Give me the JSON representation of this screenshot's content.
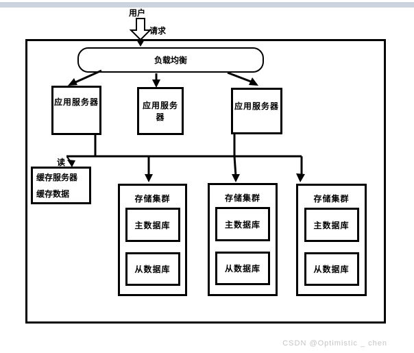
{
  "watermark": {
    "text": "CSDN @Optimistic _ chen",
    "color": "#c5c5c5"
  },
  "top_strip_color": "#cdd3de",
  "diagram": {
    "user_label": "用户",
    "request_label": "请求",
    "read_label": "读",
    "load_balancer_label": "负载均衡",
    "app_servers": [
      {
        "label": "应用服务器"
      },
      {
        "label": "应用服务器"
      },
      {
        "label": "应用服务器"
      }
    ],
    "cache_server": {
      "line1": "缓存服务器",
      "line2": "缓存数据"
    },
    "storage_clusters": [
      {
        "label": "存储集群",
        "master_db": "主数据库",
        "slave_db": "从数据库"
      },
      {
        "label": "存储集群",
        "master_db": "主数据库",
        "slave_db": "从数据库"
      },
      {
        "label": "存储集群",
        "master_db": "主数据库",
        "slave_db": "从数据库"
      }
    ],
    "line_color": "#000000"
  }
}
